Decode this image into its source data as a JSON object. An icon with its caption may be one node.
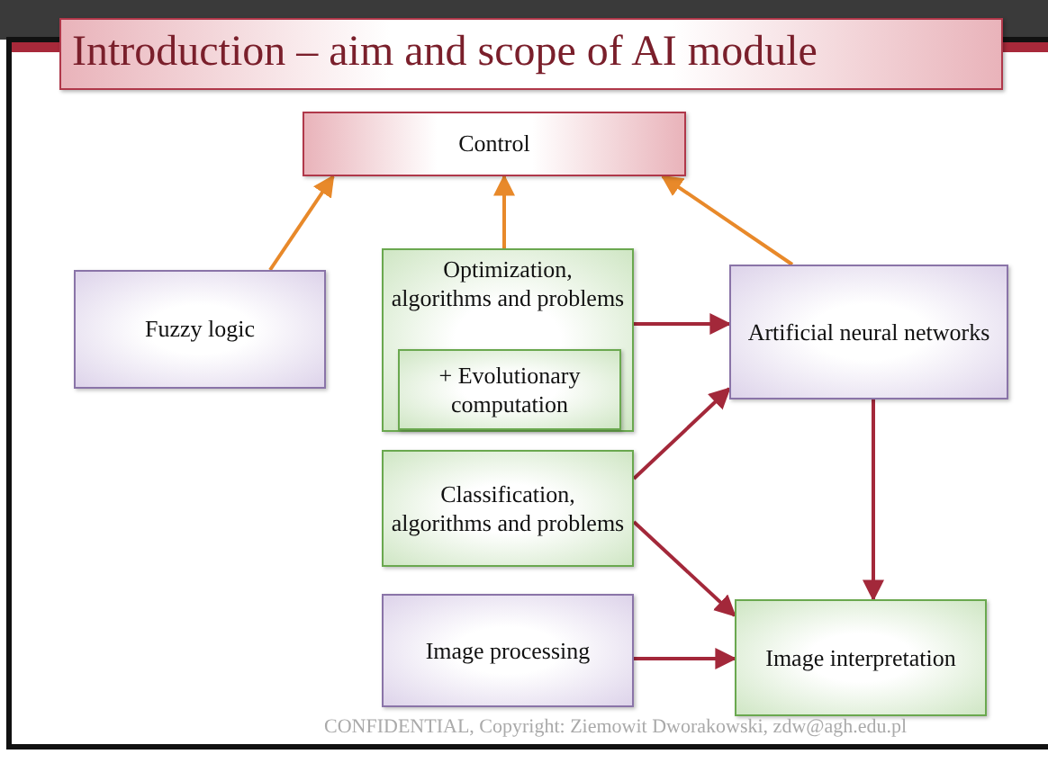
{
  "diagram": {
    "title": "Introduction – aim and scope of AI module",
    "nodes": [
      {
        "text": [
          "Control"
        ]
      },
      {
        "text": [
          "Fuzzy logic"
        ]
      },
      {
        "text": [
          "Optimization, algorithms and problems"
        ]
      },
      {
        "text": [
          "+ Evolutionary computation"
        ],
        "in": 2
      },
      {
        "text": [
          "Artificial neural networks"
        ]
      },
      {
        "text": [
          "Classification, algorithms and problems"
        ]
      },
      {
        "text": [
          "Image processing"
        ]
      },
      {
        "text": [
          "Image interpretation"
        ]
      }
    ],
    "edges": [
      {
        "from": 1,
        "to": 0,
        "arrow": "to",
        "color": "#e8892a"
      },
      {
        "from": 2,
        "to": 0,
        "arrow": "to",
        "color": "#e8892a"
      },
      {
        "from": 4,
        "to": 0,
        "arrow": "to",
        "color": "#e8892a"
      },
      {
        "from": 2,
        "to": 4,
        "arrow": "to"
      },
      {
        "from": 5,
        "to": 4,
        "arrow": "to"
      },
      {
        "from": 5,
        "to": 7,
        "arrow": "to"
      },
      {
        "from": 4,
        "to": 7,
        "arrow": "to"
      },
      {
        "from": 6,
        "to": 7,
        "arrow": "to"
      }
    ],
    "labels": [
      "CONFIDENTIAL, Copyright: Ziemowit Dworakowski, zdw@agh.edu.pl"
    ]
  }
}
